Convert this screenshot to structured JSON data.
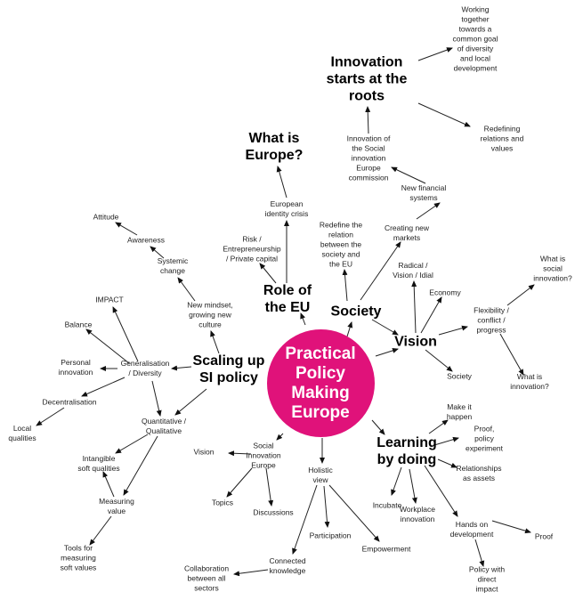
{
  "center": "Practical\nPolicy\nMaking\nEurope",
  "colors": {
    "center": "#e0127a"
  },
  "nodes": {
    "working": "Working\ntogether\ntowards a\ncommon goal\nof diversity\nand local\ndevelopment",
    "roots": "Innovation\nstarts at the\nroots",
    "redefining": "Redefining\nrelations and\nvalues",
    "commission": "Innovation of\nthe Social\ninnovation\nEurope\ncommission",
    "financial": "New financial\nsystems",
    "whatEurope": "What is\nEurope?",
    "identity": "European\nidentity crisis",
    "risk": "Risk /\nEntrepreneurship\n/ Private capital",
    "role": "Role of\nthe EU",
    "redefine": "Redefine the\nrelation\nbetween the\nsociety and\nthe EU",
    "markets": "Creating new\nmarkets",
    "society": "Society",
    "radical": "Radical /\nVision / Idial",
    "economy": "Economy",
    "vision": "Vision",
    "flex": "Flexibility /\nconflict /\nprogress",
    "whatSocial": "What is\nsocial\ninnovation?",
    "society2": "Society",
    "whatInnov": "What is\ninnovation?",
    "attitude": "Attitude",
    "awareness": "Awareness",
    "systemic": "Systemic\nchange",
    "mindset": "New mindset,\ngrowing new\nculture",
    "impact": "IMPACT",
    "balance": "Balance",
    "personal": "Personal\ninnovation",
    "general": "Generalisation\n/ Diversity",
    "scaling": "Scaling up\nSI policy",
    "decentral": "Decentralisation",
    "local": "Local\nqualities",
    "quant": "Quantitative /\nQualitative",
    "intangible": "Intangible\nsoft qualities",
    "measuring": "Measuring\nvalue",
    "tools": "Tools for\nmeasuring\nsoft values",
    "vision2": "Vision",
    "sie": "Social\nInnovation\nEurope",
    "topics": "Topics",
    "discussions": "Discussions",
    "holistic": "Holistic\nview",
    "participation": "Participation",
    "empowerment": "Empowerment",
    "connected": "Connected\nknowledge",
    "collab": "Collaboration\nbetween all\nsectors",
    "make": "Make it\nhappen",
    "proofPolicy": "Proof,\npolicy\nexperiment",
    "learning": "Learning\nby doing",
    "relationships": "Relationships\nas assets",
    "incubate": "Incubate",
    "workplace": "Workplace\ninnovation",
    "hands": "Hands on\ndevelopment",
    "proof": "Proof",
    "policyImpact": "Policy with\ndirect\nimpact"
  }
}
